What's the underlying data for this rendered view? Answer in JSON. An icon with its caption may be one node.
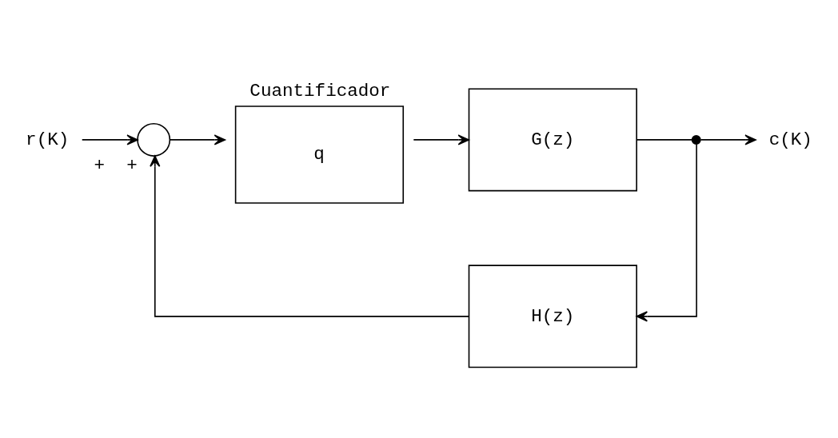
{
  "diagram": {
    "nodes": [
      {
        "text": [
          "r(K)"
        ]
      },
      {
        "text": [],
        "shape": "circle",
        "beside": [
          "+",
          "+"
        ]
      },
      {
        "text": [
          "Cuantificador",
          "q"
        ]
      },
      {
        "text": [
          "G(z)"
        ]
      },
      {
        "text": [],
        "shape": "dot"
      },
      {
        "text": [
          "c(K)"
        ]
      },
      {
        "text": [
          "H(z)"
        ]
      }
    ],
    "edges": [
      {
        "from": 0,
        "to": 1,
        "arrow": "to"
      },
      {
        "from": 1,
        "to": 2,
        "arrow": "to"
      },
      {
        "from": 2,
        "to": 3,
        "arrow": "to"
      },
      {
        "from": 3,
        "to": 4,
        "arrow": "none"
      },
      {
        "from": 4,
        "to": 5,
        "arrow": "to"
      },
      {
        "from": 4,
        "to": 6,
        "arrow": "to"
      },
      {
        "from": 6,
        "to": 1,
        "arrow": "to"
      }
    ]
  }
}
